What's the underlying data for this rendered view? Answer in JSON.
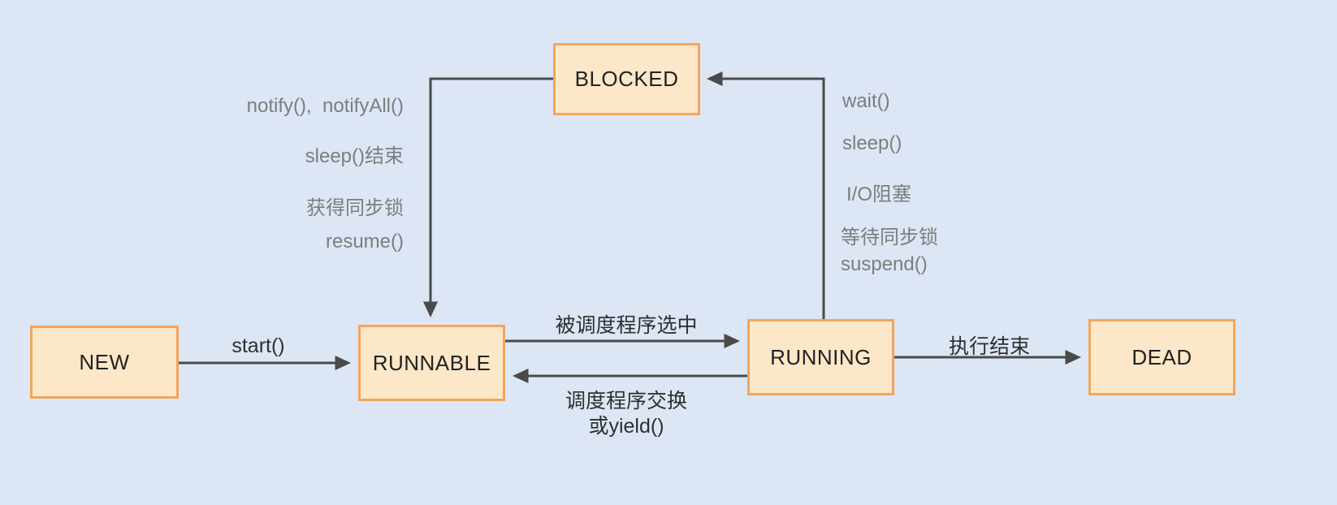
{
  "diagram": {
    "states": {
      "new": "NEW",
      "runnable": "RUNNABLE",
      "running": "RUNNING",
      "blocked": "BLOCKED",
      "dead": "DEAD"
    },
    "transitions": {
      "new_to_runnable": "start()",
      "runnable_to_running": "被调度程序选中",
      "running_to_runnable_line1": "调度程序交换",
      "running_to_runnable_line2": "或yield()",
      "running_to_dead": "执行结束",
      "running_to_blocked": [
        "wait()",
        "sleep()",
        "I/O阻塞",
        "等待同步锁",
        "suspend()"
      ],
      "blocked_to_runnable": [
        "notify(),  notifyAll()",
        "sleep()结束",
        "获得同步锁",
        "resume()"
      ]
    },
    "colors": {
      "background": "#dce6f5",
      "state_fill": "#fde7c9",
      "state_border": "#f2a65a",
      "arrow": "#4a4a4a",
      "side_label": "#7d7d7d",
      "main_label": "#2f2f2f"
    }
  }
}
